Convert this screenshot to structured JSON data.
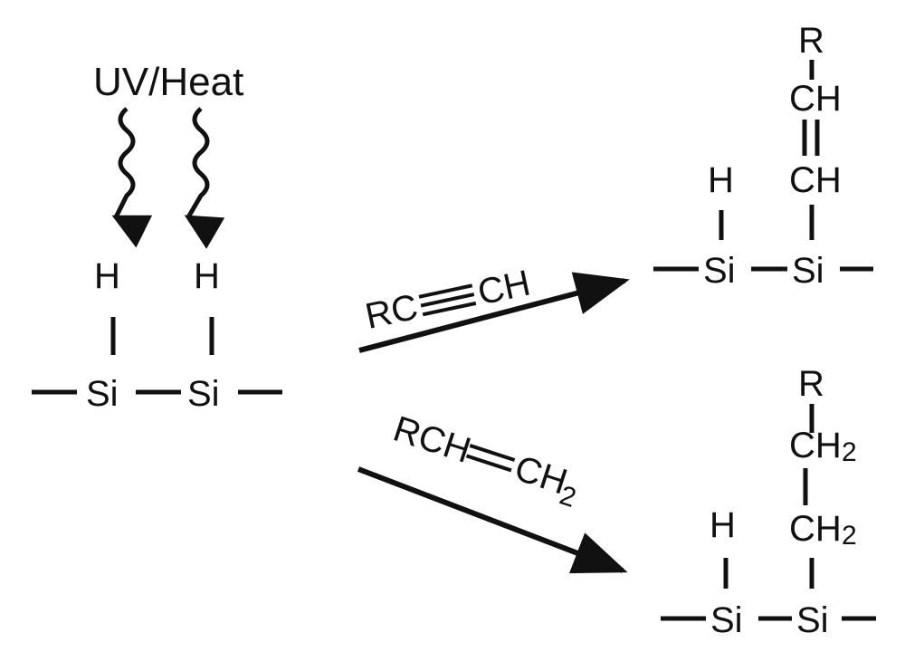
{
  "reactant": {
    "energy_label": "UV/Heat",
    "atom_h": "H",
    "atom_si": "Si"
  },
  "reagent_alkyne": {
    "prefix": "RC",
    "suffix": "CH"
  },
  "reagent_alkene": {
    "prefix": "RCH",
    "ch": "CH",
    "sub2": "2"
  },
  "product_alkyne": {
    "r": "R",
    "ch": "CH",
    "h": "H",
    "si": "Si"
  },
  "product_alkene": {
    "r": "R",
    "ch": "CH",
    "sub2": "2",
    "h": "H",
    "si": "Si"
  }
}
